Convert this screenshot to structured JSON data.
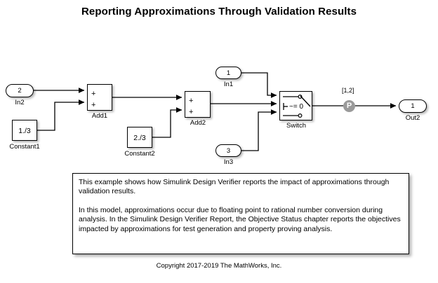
{
  "page": {
    "title": "Reporting Approximations Through Validation Results",
    "copyright": "Copyright 2017-2019 The MathWorks, Inc."
  },
  "colors": {
    "background": "#ffffff",
    "block_border": "#000000",
    "wire": "#000000",
    "badge_fill": "#9a9a9a",
    "badge_text": "#ffffff"
  },
  "blocks": {
    "in2": {
      "port_number": "2",
      "label": "In2"
    },
    "in1": {
      "port_number": "1",
      "label": "In1"
    },
    "in3": {
      "port_number": "3",
      "label": "In3"
    },
    "out2": {
      "port_number": "1",
      "label": "Out2"
    },
    "constant1": {
      "value": "1./3",
      "label": "Constant1"
    },
    "constant2": {
      "value": "2./3",
      "label": "Constant2"
    },
    "add1": {
      "label": "Add1",
      "sign_top": "+",
      "sign_bottom": "+"
    },
    "add2": {
      "label": "Add2",
      "sign_top": "+",
      "sign_bottom": "+"
    },
    "switch": {
      "label": "Switch",
      "criteria": "~= 0"
    }
  },
  "annotations": {
    "signal_dimension": "[1,2]",
    "proof_badge": "P"
  },
  "note": {
    "paragraph1": "This example shows how Simulink Design Verifier reports the impact of approximations through validation results.",
    "paragraph2": "In this model, approximations occur due to floating point to rational number conversion during analysis. In the Simulink Design Verifier Report, the Objective Status chapter reports the objectives impacted by approximations for test generation and property proving analysis."
  }
}
